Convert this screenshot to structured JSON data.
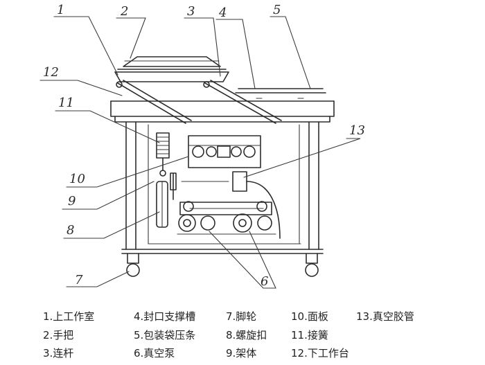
{
  "callouts": {
    "c1": "1",
    "c2": "2",
    "c3": "3",
    "c4": "4",
    "c5": "5",
    "c6": "6",
    "c8": "8",
    "c9": "9",
    "c10": "10",
    "c11": "11",
    "c12": "12",
    "c13": "13",
    "c7": "7"
  },
  "legend": {
    "col1": [
      "1.上工作室",
      "2.手把",
      "3.连杆"
    ],
    "col2": [
      "4.封口支撑槽",
      "5.包装袋压条",
      "6.真空泵"
    ],
    "col3": [
      "7.脚轮",
      "8.螺旋扣",
      "9.架体"
    ],
    "col4": [
      "10.面板",
      "11.接簧",
      "12.下工作台"
    ],
    "col5": [
      "13.真空胶管"
    ]
  }
}
